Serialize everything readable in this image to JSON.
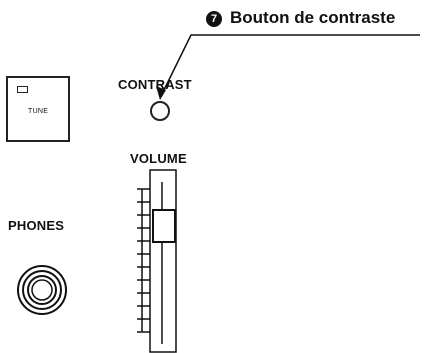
{
  "callout": {
    "marker": "7",
    "title": "Bouton de contraste"
  },
  "labels": {
    "contrast": "CONTRAST",
    "volume": "VOLUME",
    "phones": "PHONES",
    "tune": "TUNE"
  },
  "icons": {
    "tune_button": "square-button-icon",
    "tune_led": "led-indicator-icon",
    "contrast_knob": "knob-icon",
    "phones_jack": "headphone-jack-icon",
    "volume_fader": "slider-fader-icon"
  }
}
